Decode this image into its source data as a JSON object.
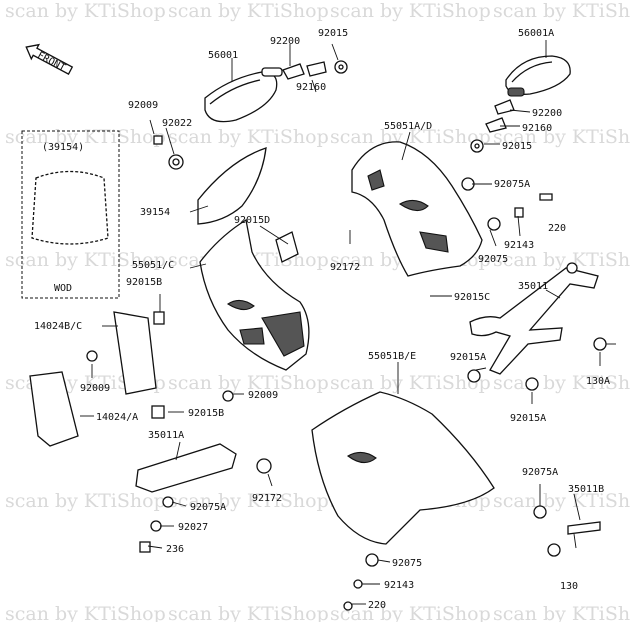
{
  "watermark": "scan by KTiShop",
  "front_label": "FRONT",
  "inset_ref": "(39154)",
  "inset_note": "WOD",
  "parts": [
    {
      "id": "p1",
      "label": "56001"
    },
    {
      "id": "p2",
      "label": "92200"
    },
    {
      "id": "p3",
      "label": "92015"
    },
    {
      "id": "p4",
      "label": "92160"
    },
    {
      "id": "p5",
      "label": "56001A"
    },
    {
      "id": "p6",
      "label": "92200"
    },
    {
      "id": "p7",
      "label": "92160"
    },
    {
      "id": "p8",
      "label": "92015"
    },
    {
      "id": "p9",
      "label": "92009"
    },
    {
      "id": "p10",
      "label": "92022"
    },
    {
      "id": "p11",
      "label": "55051A/D"
    },
    {
      "id": "p12",
      "label": "92075A"
    },
    {
      "id": "p13",
      "label": "220"
    },
    {
      "id": "p14",
      "label": "39154"
    },
    {
      "id": "p15",
      "label": "92015D"
    },
    {
      "id": "p16",
      "label": "92143"
    },
    {
      "id": "p17",
      "label": "92075"
    },
    {
      "id": "p18",
      "label": "55051/C"
    },
    {
      "id": "p19",
      "label": "92172"
    },
    {
      "id": "p20",
      "label": "92015B"
    },
    {
      "id": "p21",
      "label": "92015C"
    },
    {
      "id": "p22",
      "label": "35011"
    },
    {
      "id": "p23",
      "label": "14024B/C"
    },
    {
      "id": "p24",
      "label": "92015A"
    },
    {
      "id": "p25",
      "label": "130A"
    },
    {
      "id": "p26",
      "label": "92009"
    },
    {
      "id": "p27",
      "label": "55051B/E"
    },
    {
      "id": "p28",
      "label": "92009"
    },
    {
      "id": "p29",
      "label": "92015A"
    },
    {
      "id": "p30",
      "label": "14024/A"
    },
    {
      "id": "p31",
      "label": "92015B"
    },
    {
      "id": "p32",
      "label": "35011A"
    },
    {
      "id": "p33",
      "label": "92075A"
    },
    {
      "id": "p34",
      "label": "92172"
    },
    {
      "id": "p35",
      "label": "35011B"
    },
    {
      "id": "p36",
      "label": "92075A"
    },
    {
      "id": "p37",
      "label": "92027"
    },
    {
      "id": "p38",
      "label": "236"
    },
    {
      "id": "p39",
      "label": "92075"
    },
    {
      "id": "p40",
      "label": "130"
    },
    {
      "id": "p41",
      "label": "92143"
    },
    {
      "id": "p42",
      "label": "220"
    }
  ]
}
